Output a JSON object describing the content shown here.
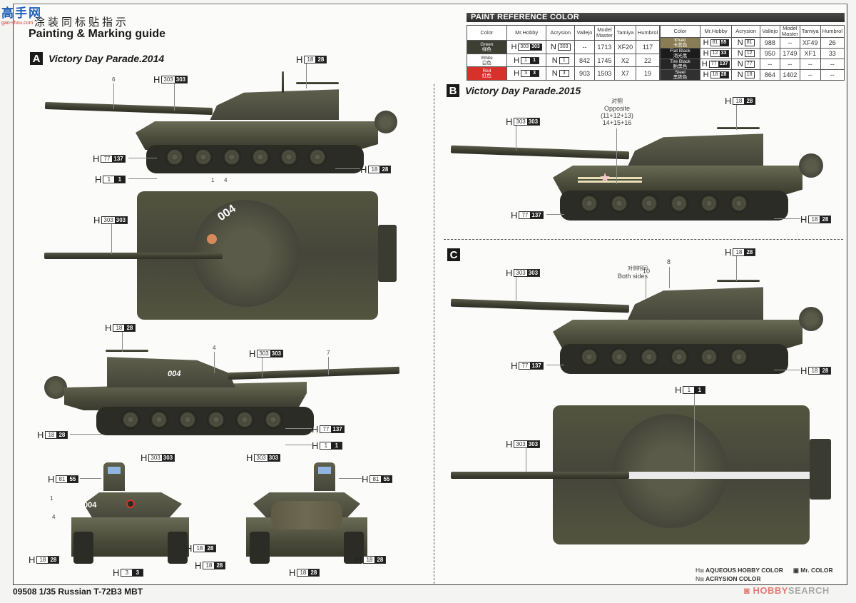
{
  "watermark": {
    "text": "高手网",
    "sub": "gao-shou.com"
  },
  "header": {
    "title_cn": "涂装同标贴指示",
    "title_en": "Painting & Marking guide"
  },
  "paint_table": {
    "title": "PAINT  REFERENCE COLOR",
    "columns": [
      "Color",
      "Mr.Hobby",
      "Acrysion",
      "Vallejo",
      "Model Master",
      "Tamiya",
      "Humbrol"
    ],
    "left_rows": [
      {
        "color_en": "Green",
        "color_cn": "绿色",
        "swatch": "#3d3f33",
        "h_w": "303",
        "h_b": "303",
        "n": "303",
        "vallejo": "--",
        "model_master": "1713",
        "tamiya": "XF20",
        "humbrol": "117"
      },
      {
        "color_en": "White",
        "color_cn": "白色",
        "swatch": "#ffffff",
        "h_w": "1",
        "h_b": "1",
        "n": "1",
        "vallejo": "842",
        "model_master": "1745",
        "tamiya": "X2",
        "humbrol": "22"
      },
      {
        "color_en": "Red",
        "color_cn": "红色",
        "swatch": "#d8312c",
        "h_w": "3",
        "h_b": "3",
        "n": "3",
        "vallejo": "903",
        "model_master": "1503",
        "tamiya": "X7",
        "humbrol": "19"
      }
    ],
    "right_rows": [
      {
        "color_en": "Khaki",
        "color_cn": "卡其色",
        "swatch": "#8a7d55",
        "h_w": "81",
        "h_b": "55",
        "n": "81",
        "vallejo": "988",
        "model_master": "--",
        "tamiya": "XF49",
        "humbrol": "26"
      },
      {
        "color_en": "Flat Black",
        "color_cn": "消光黑",
        "swatch": "#1c1c1c",
        "h_w": "12",
        "h_b": "33",
        "n": "12",
        "vallejo": "950",
        "model_master": "1749",
        "tamiya": "XF1",
        "humbrol": "33"
      },
      {
        "color_en": "Tire Black",
        "color_cn": "胎黑色",
        "swatch": "#262626",
        "h_w": "77",
        "h_b": "137",
        "n": "77",
        "vallejo": "--",
        "model_master": "--",
        "tamiya": "--",
        "humbrol": "--"
      },
      {
        "color_en": "Steel",
        "color_cn": "黑铁色",
        "swatch": "#303030",
        "h_w": "18",
        "h_b": "28",
        "n": "18",
        "vallejo": "864",
        "model_master": "1402",
        "tamiya": "--",
        "humbrol": "--"
      }
    ]
  },
  "sections": {
    "a": {
      "badge": "A",
      "title": "Victory Day Parade.2014"
    },
    "b": {
      "badge": "B",
      "title": "Victory Day Parade.2015"
    },
    "c": {
      "badge": "C",
      "title": ""
    }
  },
  "callouts": {
    "a_side1": [
      {
        "letter": "H",
        "w": "18",
        "b": "28"
      },
      {
        "letter": "H",
        "w": "303",
        "b": "303"
      },
      {
        "letter": "H",
        "w": "77",
        "b": "137"
      },
      {
        "letter": "H",
        "w": "1",
        "b": "1"
      },
      {
        "letter": "H",
        "w": "18",
        "b": "28"
      }
    ],
    "a_top": [
      {
        "letter": "H",
        "w": "303",
        "b": "303"
      }
    ],
    "a_side2": [
      {
        "letter": "H",
        "w": "18",
        "b": "28"
      },
      {
        "letter": "H",
        "w": "303",
        "b": "303"
      },
      {
        "letter": "H",
        "w": "18",
        "b": "28"
      },
      {
        "letter": "H",
        "w": "77",
        "b": "137"
      },
      {
        "letter": "H",
        "w": "1",
        "b": "1"
      }
    ],
    "a_front": [
      {
        "letter": "H",
        "w": "303",
        "b": "303"
      },
      {
        "letter": "H",
        "w": "81",
        "b": "55"
      },
      {
        "letter": "H",
        "w": "18",
        "b": "28"
      },
      {
        "letter": "H",
        "w": "18",
        "b": "28"
      },
      {
        "letter": "H",
        "w": "3",
        "b": "3"
      }
    ],
    "a_rear": [
      {
        "letter": "H",
        "w": "303",
        "b": "303"
      },
      {
        "letter": "H",
        "w": "81",
        "b": "55"
      },
      {
        "letter": "H",
        "w": "18",
        "b": "28"
      },
      {
        "letter": "H",
        "w": "18",
        "b": "28"
      },
      {
        "letter": "H",
        "w": "18",
        "b": "28"
      }
    ],
    "b_side": [
      {
        "letter": "H",
        "w": "18",
        "b": "28"
      },
      {
        "letter": "H",
        "w": "303",
        "b": "303"
      },
      {
        "letter": "H",
        "w": "77",
        "b": "137"
      },
      {
        "letter": "H",
        "w": "18",
        "b": "28"
      }
    ],
    "c_side": [
      {
        "letter": "H",
        "w": "18",
        "b": "28"
      },
      {
        "letter": "H",
        "w": "303",
        "b": "303"
      },
      {
        "letter": "H",
        "w": "77",
        "b": "137"
      },
      {
        "letter": "H",
        "w": "18",
        "b": "28"
      }
    ],
    "c_top": [
      {
        "letter": "H",
        "w": "1",
        "b": "1"
      },
      {
        "letter": "H",
        "w": "303",
        "b": "303"
      }
    ]
  },
  "decal_numbers": {
    "a_side1_barrel": "6",
    "a_top_1": "1",
    "a_top_4": "4",
    "a_side2_turret": "4",
    "a_side2_barrel": "7",
    "a_front_1": "1",
    "a_front_4": "4",
    "c_8": "8",
    "c_10": "10"
  },
  "tank_markings": {
    "turret_number": "004"
  },
  "notes": {
    "b_opposite_cn": "对侧",
    "b_opposite_en": "Opposite",
    "b_decals_1": "(11+12+13)",
    "b_decals_2": "14+15+16",
    "c_both_cn": "对侧相同",
    "c_both_en": "Both sides"
  },
  "legend": {
    "h_line": "AQUEOUS HOBBY COLOR",
    "mr_color": "Mr. COLOR",
    "n_line": "ACRYSION COLOR",
    "h_letter": "H",
    "n_letter": "N"
  },
  "footer": {
    "model": "09508 1/35 Russian T-72B3 MBT"
  },
  "source_mark": {
    "red": "HOBBY",
    "gray": "SEARCH"
  },
  "colors": {
    "tank_green": "#4a4b3b",
    "frame": "#3a3a3a",
    "table_header": "#333333"
  }
}
